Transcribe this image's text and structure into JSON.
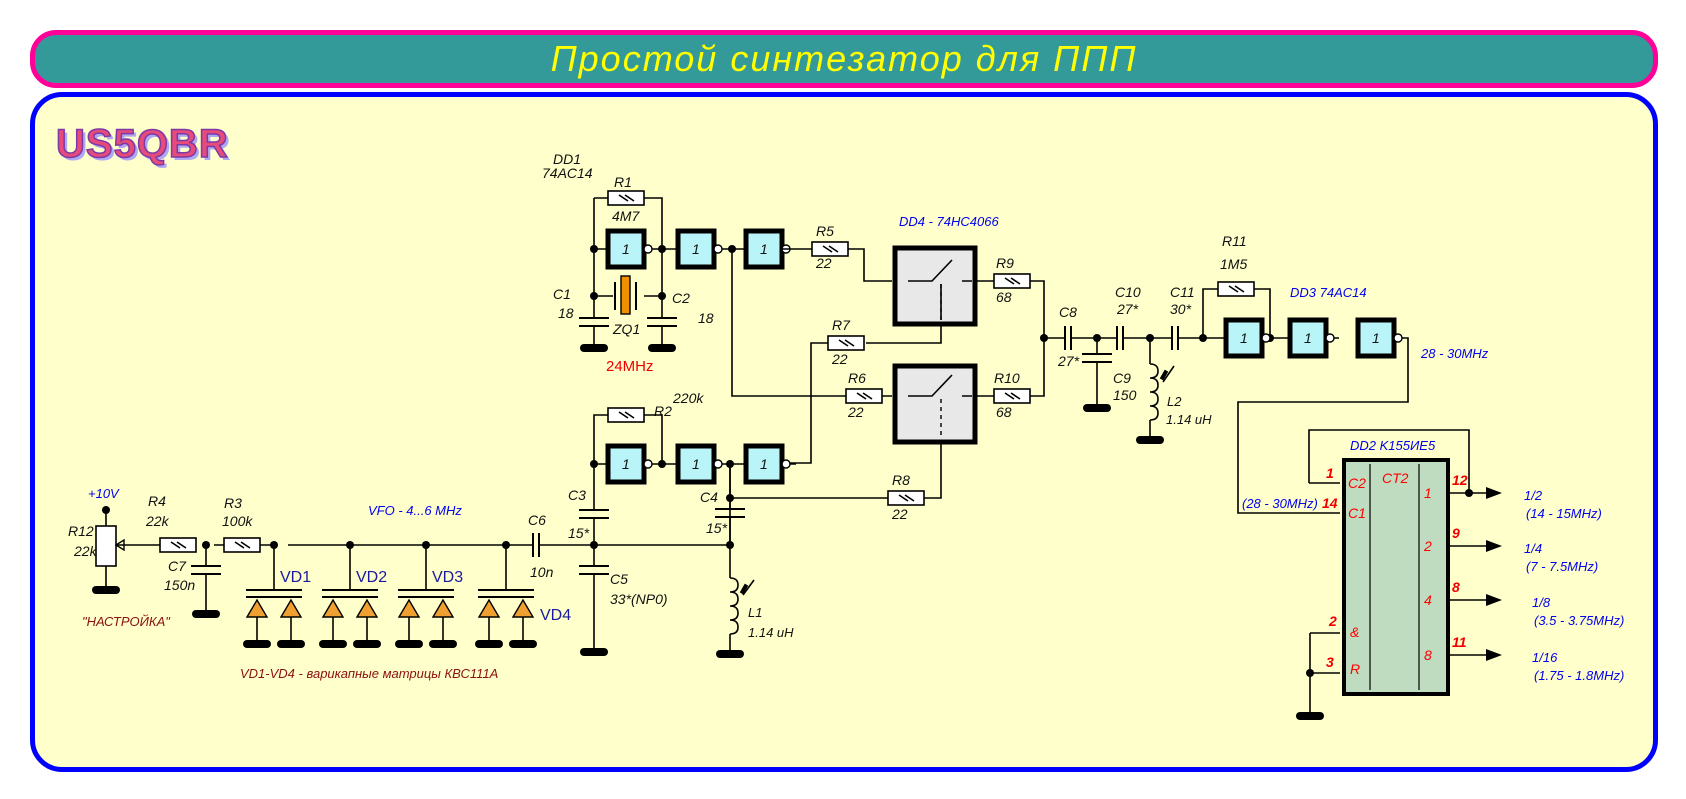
{
  "title": "Простой синтезатор для ППП",
  "logo": "US5QBR",
  "colors": {
    "title_bg": "#339999",
    "title_border": "#ff0099",
    "title_text": "#ffff00",
    "panel_bg": "#ffffcc",
    "panel_border": "#0000ff",
    "gate_fill": "#b8f4f8",
    "switch_fill": "#e8e8e8",
    "counter_fill": "#c0dcc0",
    "varicap_fill": "#f0a030",
    "crystal_fill": "#f09000"
  },
  "dd1": {
    "name": "DD1",
    "part": "74AC14",
    "gate_symbol": "1"
  },
  "dd4": {
    "label": "DD4 - 74HC4066"
  },
  "dd3": {
    "label": "DD3 74AC14"
  },
  "dd2": {
    "label": "DD2 K155ИЕ5",
    "inner": "CT2",
    "inputs": [
      {
        "pin": "1",
        "name": "C2"
      },
      {
        "pin": "14",
        "name": "C1"
      },
      {
        "pin": "2",
        "name": "&"
      },
      {
        "pin": "3",
        "name": "R"
      }
    ],
    "outputs": [
      {
        "pin": "12",
        "weight": "1",
        "ratio": "1/2",
        "freq": "(14 - 15MHz)"
      },
      {
        "pin": "9",
        "weight": "2",
        "ratio": "1/4",
        "freq": "(7 - 7.5MHz)"
      },
      {
        "pin": "8",
        "weight": "4",
        "ratio": "1/8",
        "freq": "(3.5 - 3.75MHz)"
      },
      {
        "pin": "11",
        "weight": "8",
        "ratio": "1/16",
        "freq": "(1.75 - 1.8MHz)"
      }
    ],
    "input_freq": "(28 - 30MHz)"
  },
  "components": {
    "R1": {
      "ref": "R1",
      "value": "4M7"
    },
    "R2": {
      "ref": "R2",
      "value": "220k"
    },
    "R3": {
      "ref": "R3",
      "value": "100k"
    },
    "R4": {
      "ref": "R4",
      "value": "22k"
    },
    "R5": {
      "ref": "R5",
      "value": "22"
    },
    "R6": {
      "ref": "R6",
      "value": "22"
    },
    "R7": {
      "ref": "R7",
      "value": "22"
    },
    "R8": {
      "ref": "R8",
      "value": "22"
    },
    "R9": {
      "ref": "R9",
      "value": "68"
    },
    "R10": {
      "ref": "R10",
      "value": "68"
    },
    "R11": {
      "ref": "R11",
      "value": "1M5"
    },
    "R12": {
      "ref": "R12",
      "value": "22k"
    },
    "C1": {
      "ref": "C1",
      "value": "18"
    },
    "C2": {
      "ref": "C2",
      "value": "18"
    },
    "C3": {
      "ref": "C3",
      "value": "15*"
    },
    "C4": {
      "ref": "C4",
      "value": "15*"
    },
    "C5": {
      "ref": "C5",
      "value": "33*(NP0)"
    },
    "C6": {
      "ref": "C6",
      "value": "10n"
    },
    "C7": {
      "ref": "C7",
      "value": "150n"
    },
    "C8": {
      "ref": "C8",
      "value": "27*"
    },
    "C9": {
      "ref": "C9",
      "value": "150"
    },
    "C10": {
      "ref": "C10",
      "value": "27*"
    },
    "C11": {
      "ref": "C11",
      "value": "30*"
    },
    "L1": {
      "ref": "L1",
      "value": "1.14 uH"
    },
    "L2": {
      "ref": "L2",
      "value": "1.14 uH"
    },
    "ZQ1": {
      "ref": "ZQ1",
      "value": "24MHz"
    },
    "VD1": {
      "ref": "VD1"
    },
    "VD2": {
      "ref": "VD2"
    },
    "VD3": {
      "ref": "VD3"
    },
    "VD4": {
      "ref": "VD4"
    }
  },
  "annotations": {
    "supply": "+10V",
    "tuning": "\"НАСТРОЙКА\"",
    "vfo": "VFO  -  4...6 MHz",
    "varicaps": "VD1-VD4 - варикапные матрицы КВС111А",
    "mixer_out": "28 - 30MHz"
  }
}
